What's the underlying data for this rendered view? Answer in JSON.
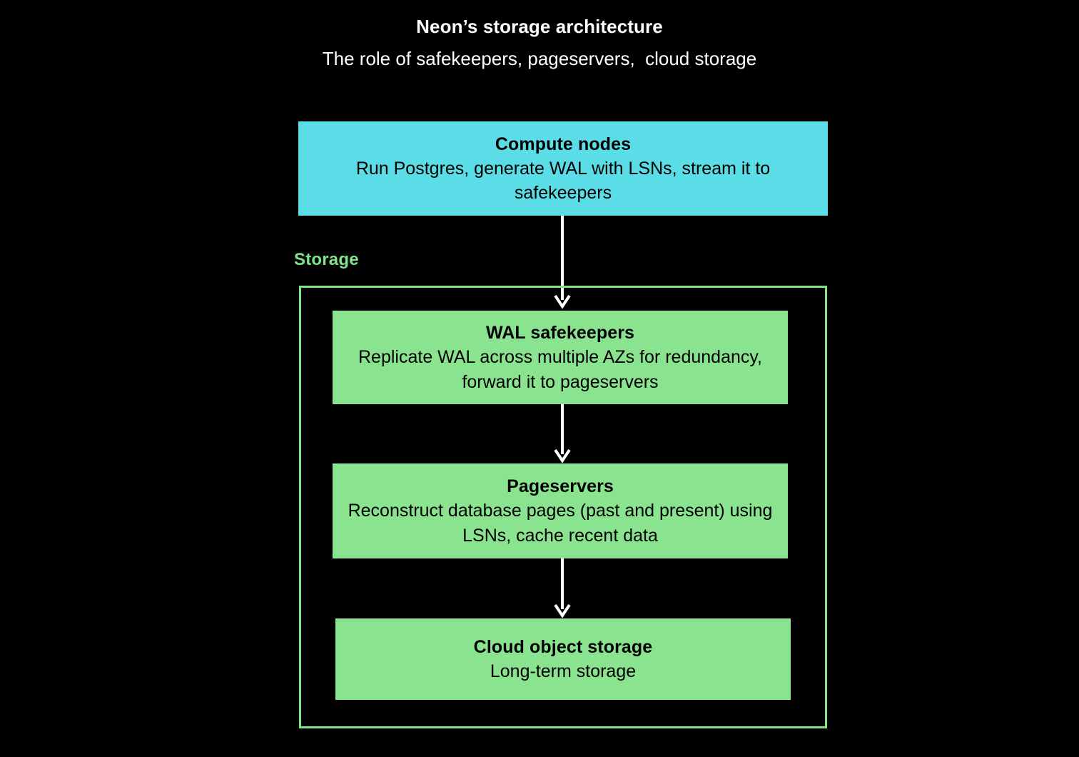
{
  "header": {
    "title": "Neon’s storage architecture",
    "subtitle": "The role of safekeepers, pageservers,  cloud storage"
  },
  "colors": {
    "background": "#000000",
    "compute_fill": "#5BDDE7",
    "storage_fill": "#8AE48F",
    "storage_border": "#7DE48A",
    "storage_label": "#7DE48A",
    "arrow": "#FFFFFF",
    "box_text": "#000000",
    "header_text": "#FFFFFF"
  },
  "compute": {
    "title": "Compute nodes",
    "description": "Run Postgres, generate WAL with LSNs, stream it to safekeepers"
  },
  "storage_group": {
    "label": "Storage",
    "nodes": [
      {
        "id": "wal-safekeepers",
        "title": "WAL safekeepers",
        "description": "Replicate WAL across multiple AZs for redundancy,  forward it to pageservers"
      },
      {
        "id": "pageservers",
        "title": "Pageservers",
        "description": "Reconstruct database pages (past and present) using LSNs, cache recent data"
      },
      {
        "id": "cloud-object-storage",
        "title": "Cloud object storage",
        "description": "Long-term storage"
      }
    ]
  },
  "flow": {
    "edges": [
      {
        "from": "compute-nodes",
        "to": "wal-safekeepers",
        "direction": "down"
      },
      {
        "from": "wal-safekeepers",
        "to": "pageservers",
        "direction": "down"
      },
      {
        "from": "pageservers",
        "to": "cloud-object-storage",
        "direction": "down"
      }
    ]
  }
}
